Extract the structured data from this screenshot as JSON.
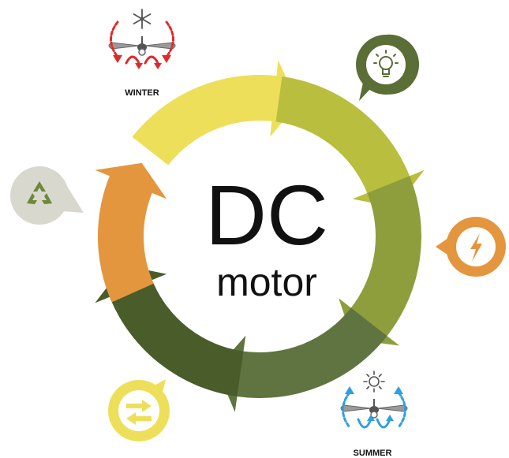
{
  "center": {
    "line1": "DC",
    "line2": "motor"
  },
  "labels": {
    "winter": "WINTER",
    "summer": "SUMMER"
  },
  "colors": {
    "segment_1": "#EDDF5A",
    "segment_2": "#B9BE3E",
    "segment_3": "#8E9E3D",
    "segment_4": "#5F7440",
    "segment_5": "#4A5C2A",
    "segment_6": "#E3963E",
    "lightbulb_badge": "#5A6E36",
    "energy_badge": "#E3963E",
    "recycle_badge": "#D9D8CE",
    "swap_badge": "#EDDF5A",
    "winter_arrows": "#E02A2A",
    "summer_arrows": "#2E9FE0"
  },
  "icons": [
    "snowflake-icon",
    "ceiling-fan-icon",
    "lightbulb-icon",
    "lightning-icon",
    "recycle-icon",
    "swap-arrows-icon",
    "sun-icon"
  ]
}
